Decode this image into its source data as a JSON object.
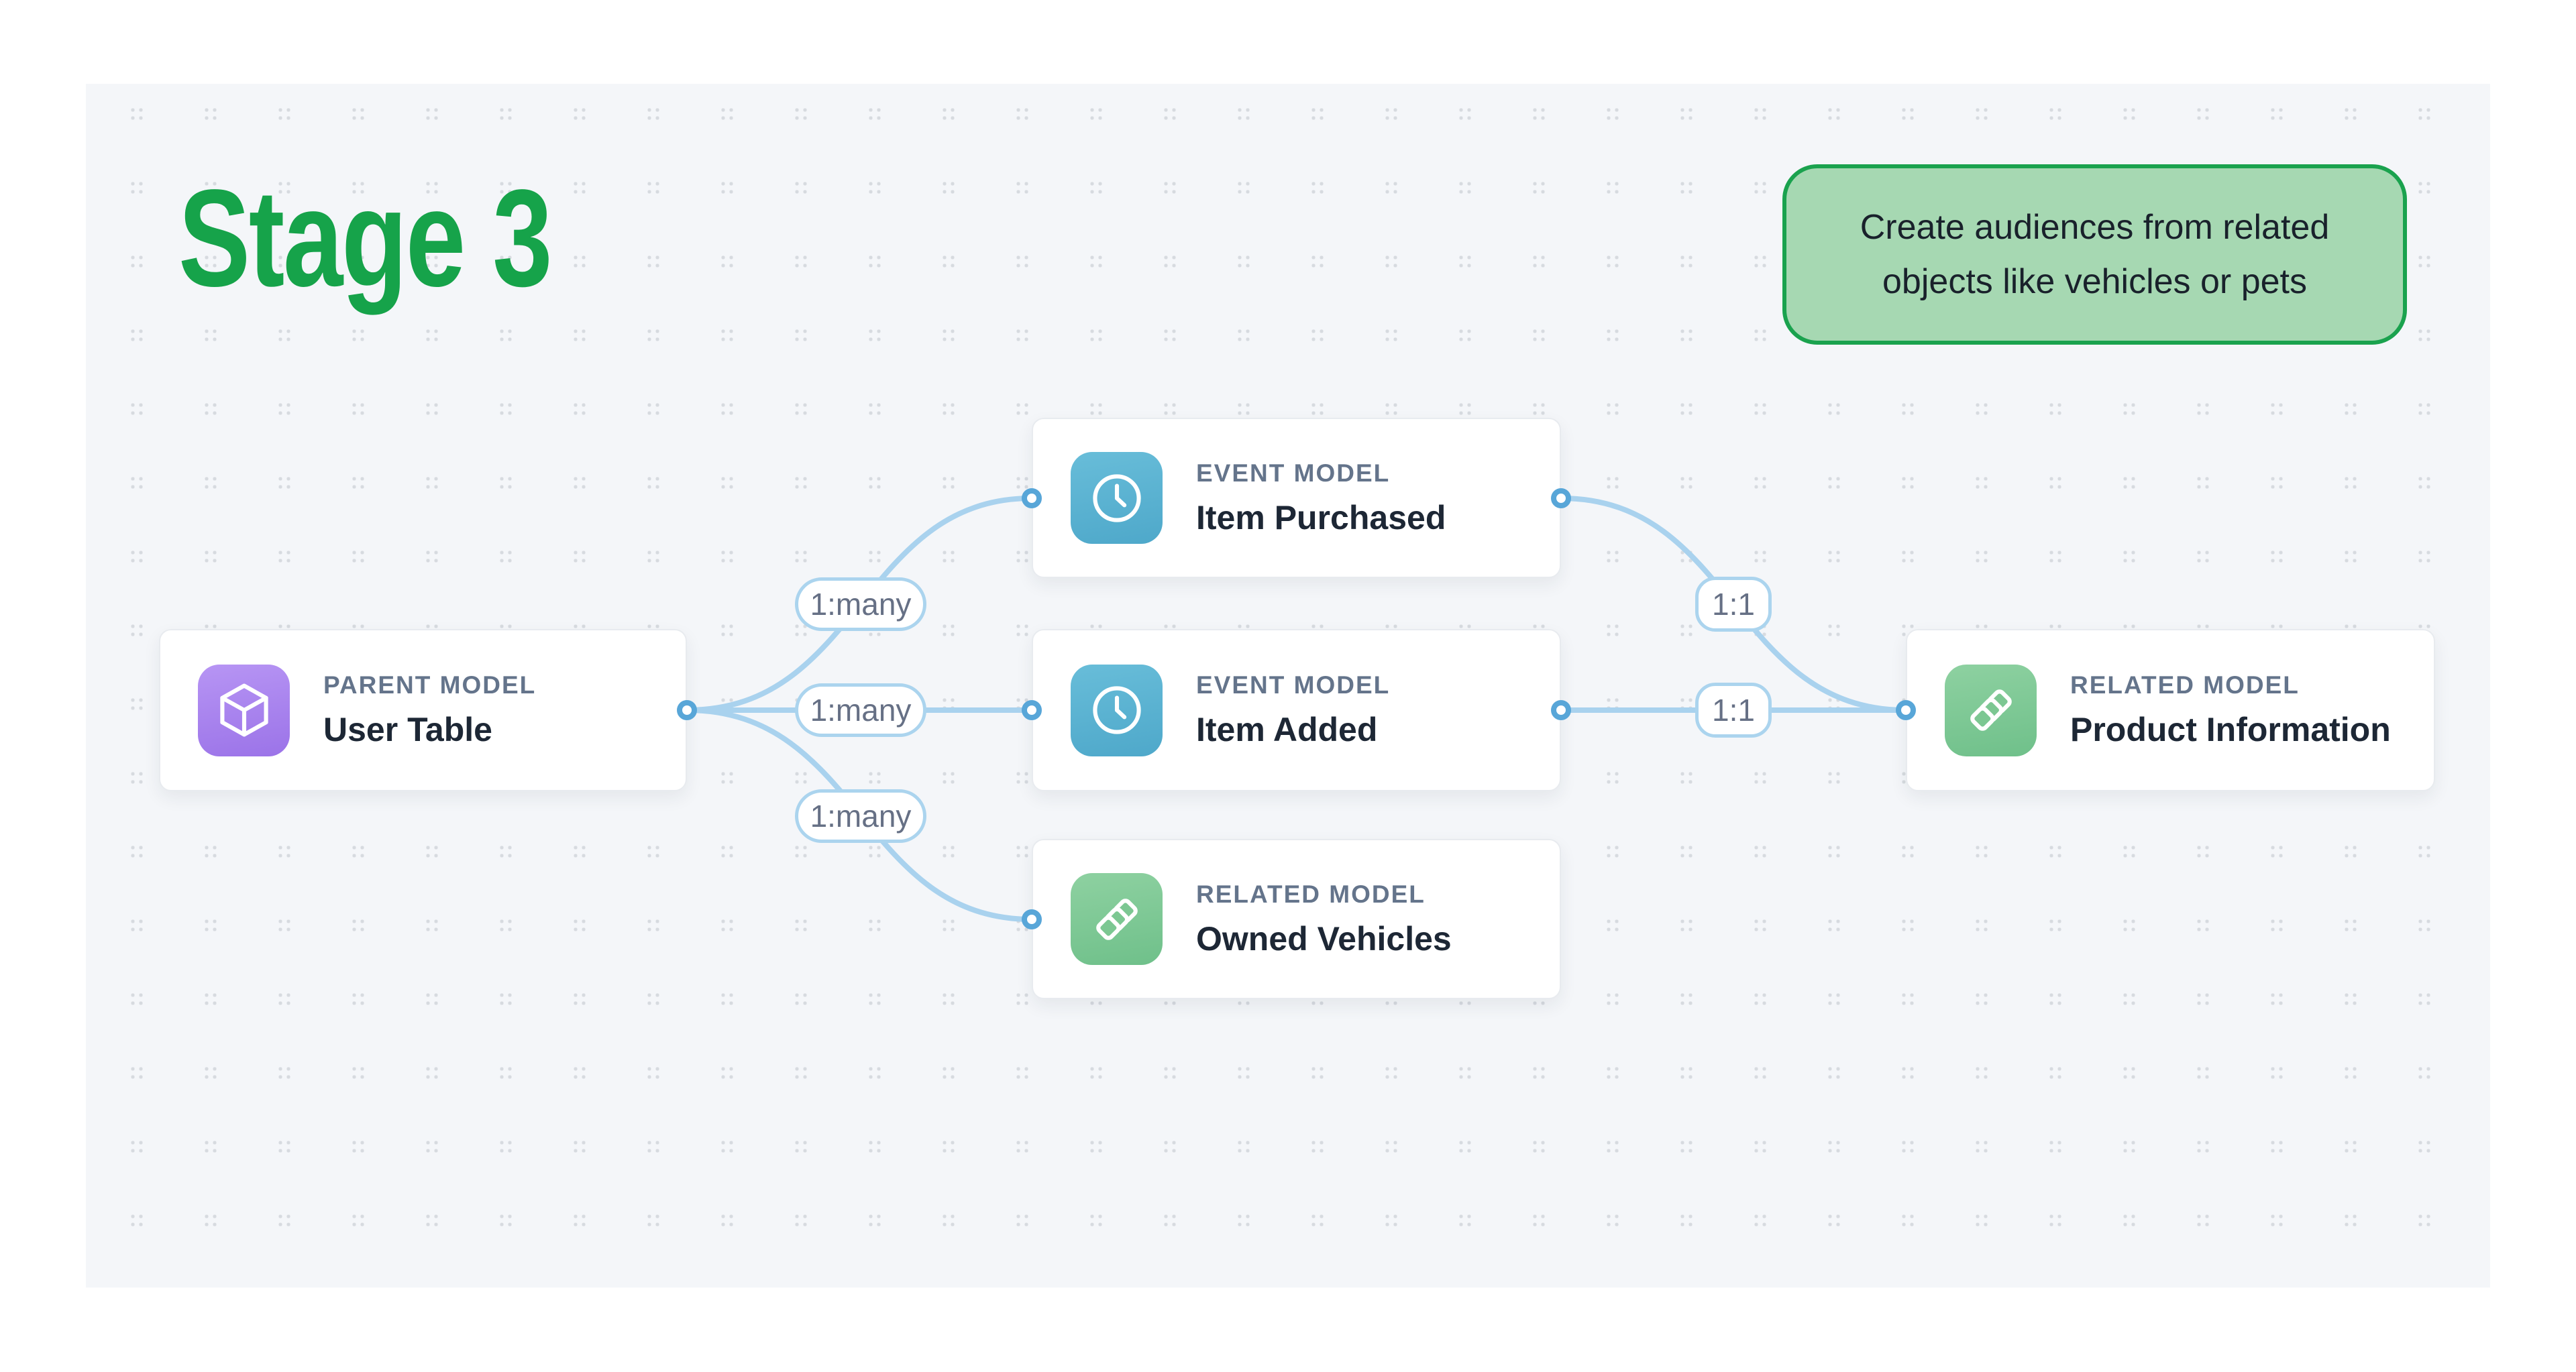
{
  "title": {
    "text": "Stage 3",
    "color": "#16a34a"
  },
  "callout": {
    "text": "Create audiences from related objects like vehicles or pets",
    "fill": "#a6d8b2",
    "border": "#1aa24e"
  },
  "canvas": {
    "background": "#f4f6f9",
    "dot_color": "#d7dbe0"
  },
  "nodes": [
    {
      "id": "user-table",
      "type_label": "PARENT MODEL",
      "name": "User Table",
      "icon": "cube-icon",
      "accent": "#a583ee"
    },
    {
      "id": "item-purchased",
      "type_label": "EVENT MODEL",
      "name": "Item Purchased",
      "icon": "clock-icon",
      "accent": "#5bb3d2"
    },
    {
      "id": "item-added",
      "type_label": "EVENT MODEL",
      "name": "Item Added",
      "icon": "clock-icon",
      "accent": "#5bb3d2"
    },
    {
      "id": "owned-vehicles",
      "type_label": "RELATED MODEL",
      "name": "Owned Vehicles",
      "icon": "layers-icon",
      "accent": "#7cc792"
    },
    {
      "id": "product-information",
      "type_label": "RELATED MODEL",
      "name": "Product Information",
      "icon": "layers-icon",
      "accent": "#7cc792"
    }
  ],
  "edges": [
    {
      "from": "User Table",
      "to": "Item Purchased",
      "label": "1:many"
    },
    {
      "from": "User Table",
      "to": "Item Added",
      "label": "1:many"
    },
    {
      "from": "User Table",
      "to": "Owned Vehicles",
      "label": "1:many"
    },
    {
      "from": "Item Purchased",
      "to": "Product Information",
      "label": "1:1"
    },
    {
      "from": "Item Added",
      "to": "Product Information",
      "label": "1:1"
    }
  ],
  "wire_style": {
    "line_color": "#a9d2ee",
    "port_color": "#58a6d8"
  }
}
